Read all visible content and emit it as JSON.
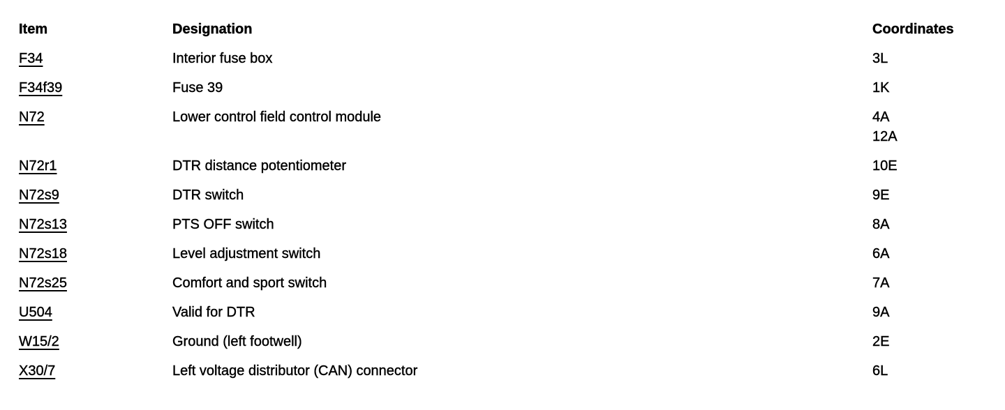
{
  "colors": {
    "text": "#000000",
    "background": "#ffffff",
    "link": "#000000"
  },
  "table": {
    "headers": {
      "item": "Item",
      "designation": "Designation",
      "coordinates": "Coordinates"
    },
    "rows": [
      {
        "item": "F34",
        "designation": "Interior fuse box",
        "coordinates": [
          "3L"
        ]
      },
      {
        "item": "F34f39",
        "designation": "Fuse 39",
        "coordinates": [
          "1K"
        ]
      },
      {
        "item": "N72",
        "designation": "Lower control field control module",
        "coordinates": [
          "4A",
          "12A"
        ]
      },
      {
        "item": "N72r1",
        "designation": "DTR distance potentiometer",
        "coordinates": [
          "10E"
        ]
      },
      {
        "item": "N72s9",
        "designation": "DTR switch",
        "coordinates": [
          "9E"
        ]
      },
      {
        "item": "N72s13",
        "designation": "PTS OFF switch",
        "coordinates": [
          "8A"
        ]
      },
      {
        "item": "N72s18",
        "designation": "Level adjustment switch",
        "coordinates": [
          "6A"
        ]
      },
      {
        "item": "N72s25",
        "designation": "Comfort and sport switch",
        "coordinates": [
          "7A"
        ]
      },
      {
        "item": "U504",
        "designation": "Valid for DTR",
        "coordinates": [
          "9A"
        ]
      },
      {
        "item": "W15/2",
        "designation": "Ground (left footwell)",
        "coordinates": [
          "2E"
        ]
      },
      {
        "item": "X30/7",
        "designation": "Left voltage distributor (CAN) connector",
        "coordinates": [
          "6L"
        ]
      }
    ]
  }
}
